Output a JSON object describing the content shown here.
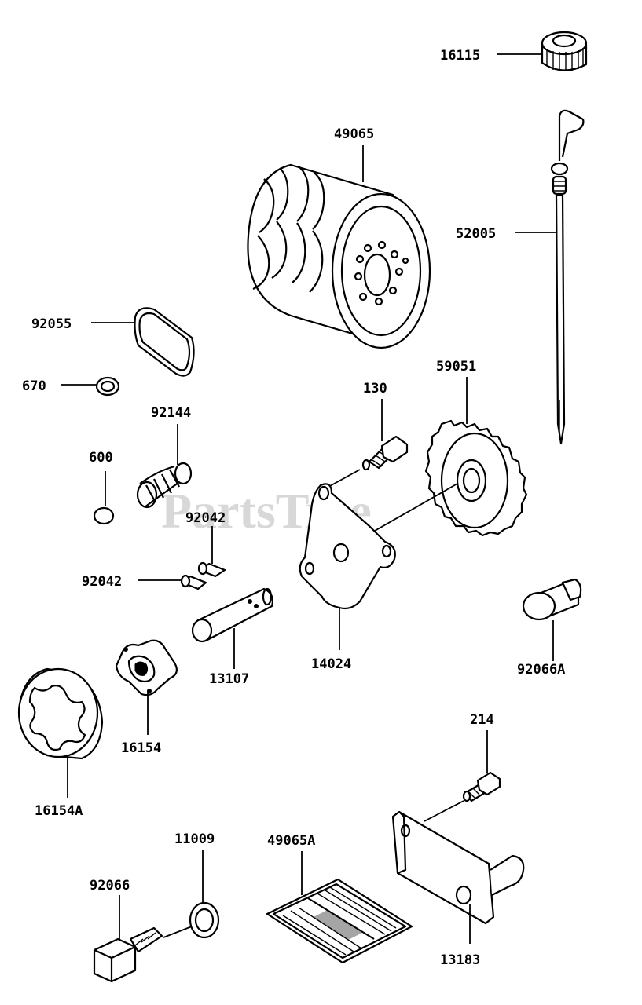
{
  "watermark": "PartsTree",
  "labels": {
    "cap": "16115",
    "oil_filter": "49065",
    "dipstick": "52005",
    "gasket_square": "92055",
    "oring_small": "670",
    "spring": "92144",
    "ball": "600",
    "pin_upper": "92042",
    "pin_left": "92042",
    "bolt_130": "130",
    "gear": "59051",
    "shaft": "13107",
    "plate": "14024",
    "plug_right": "92066A",
    "rotor_inner": "16154",
    "rotor_outer": "16154A",
    "bolt_214": "214",
    "washer": "11009",
    "screen": "49065A",
    "drain_plug": "92066",
    "cover_plate": "13183"
  }
}
